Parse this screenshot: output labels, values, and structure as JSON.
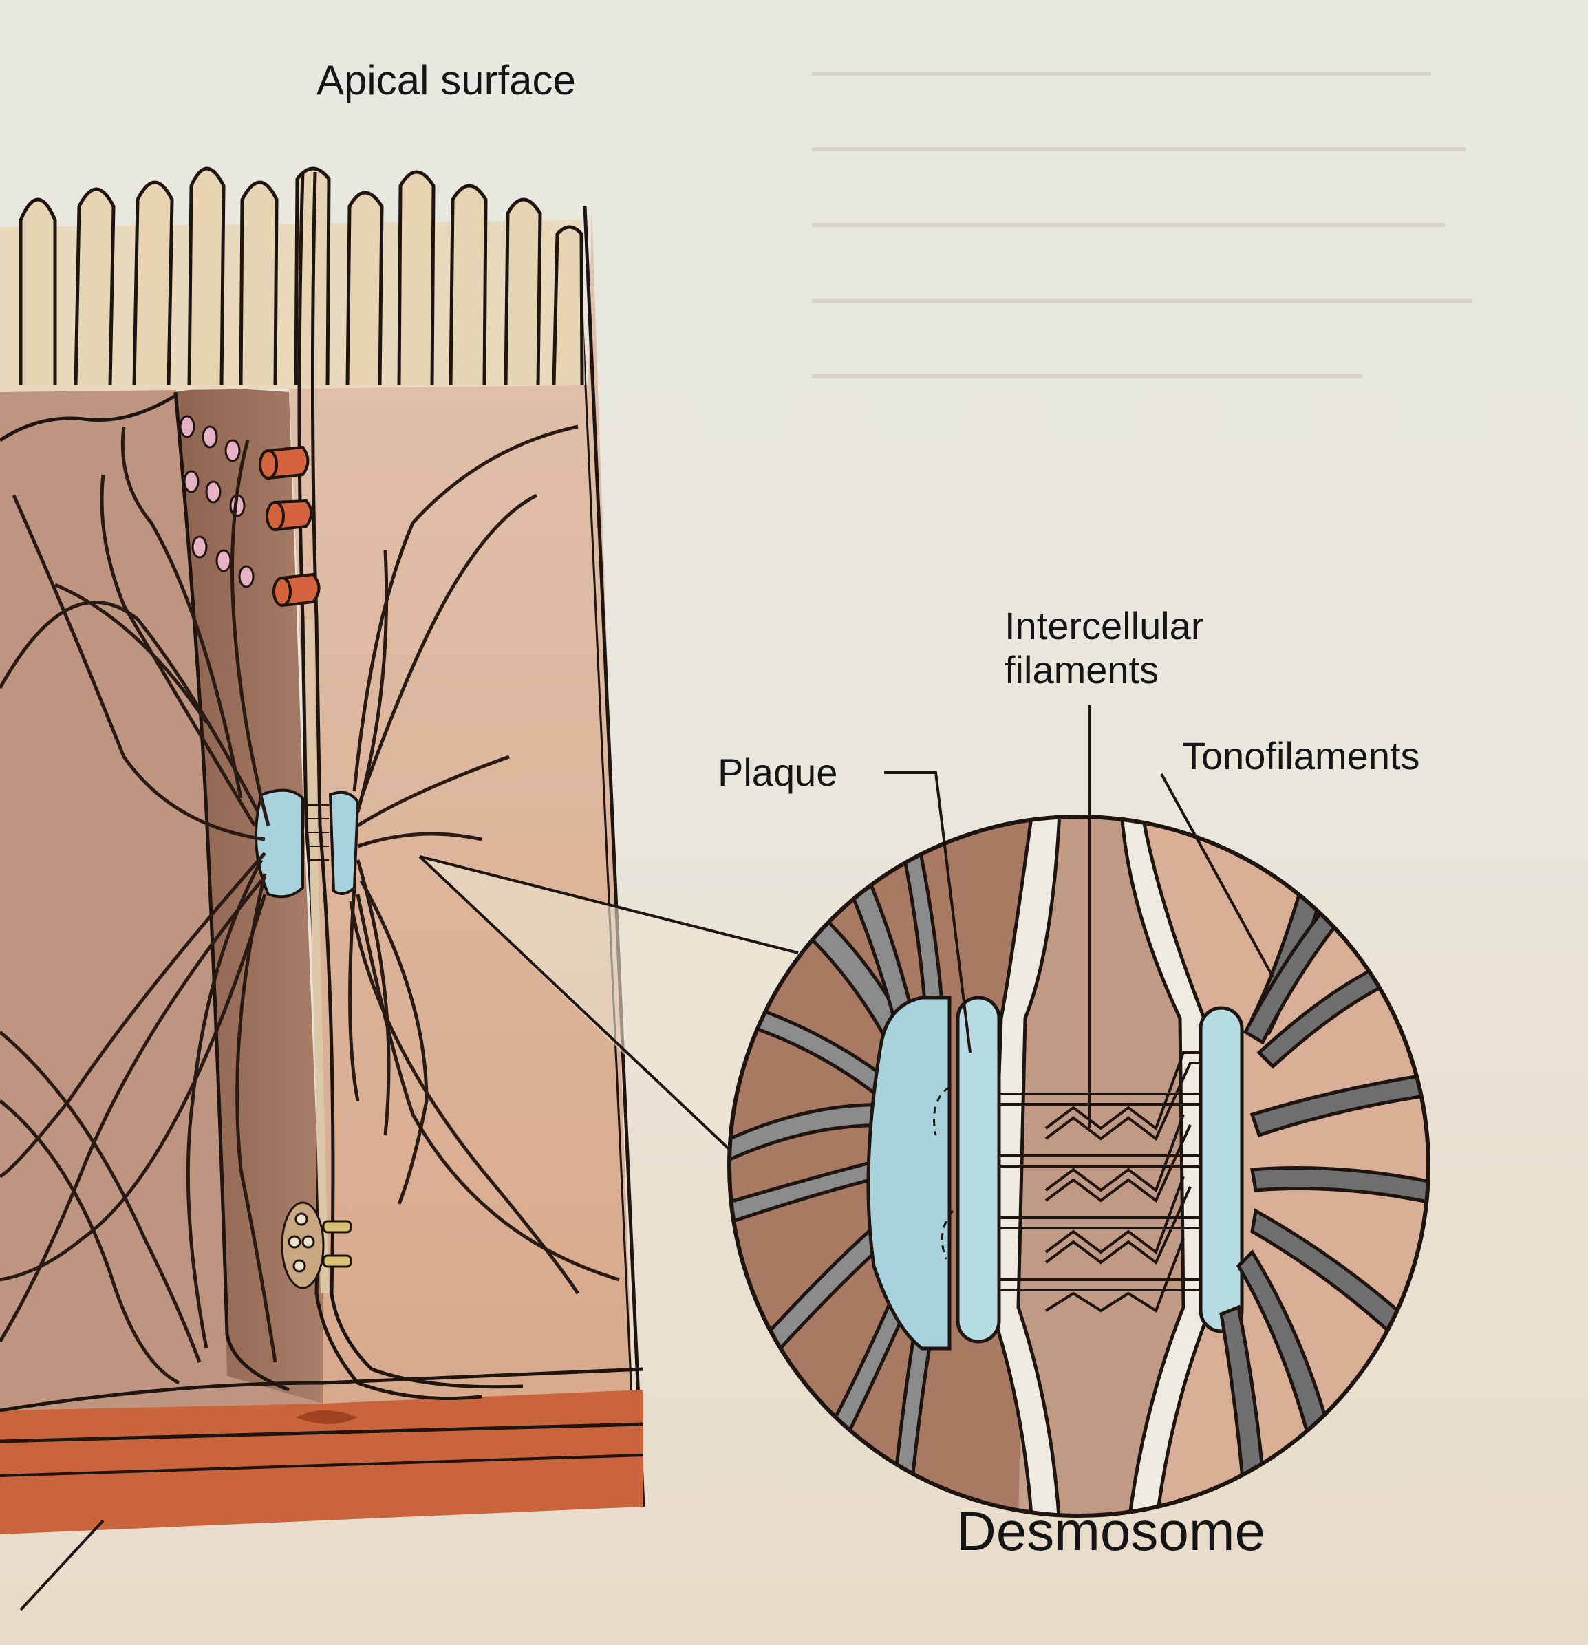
{
  "labels": {
    "apical_surface": "Apical surface",
    "intercellular_filaments": "Intercellular\nfilaments",
    "plaque": "Plaque",
    "tonofilaments": "Tonofilaments",
    "desmosome": "Desmosome"
  },
  "colors": {
    "cell_left": "#9b6e58",
    "cell_middle": "#b28770",
    "cell_right": "#dcb39a",
    "microvilli": "#e6d4b4",
    "basement_membrane": "#b3502d",
    "plaque": "#a8d2dc",
    "tight_junction": "#d4633e",
    "gap_junction": "#d9c072",
    "outline": "#1e1410"
  }
}
